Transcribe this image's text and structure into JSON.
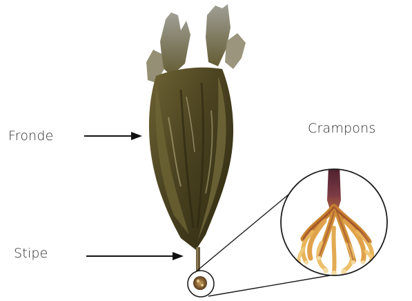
{
  "labels": {
    "fronde": "Fronde",
    "stipe": "Stipe",
    "crampons": "Crampons"
  },
  "colors": {
    "background": "#ffffff",
    "frond_dark": "#3f3a1c",
    "frond_mid": "#5b5328",
    "frond_light": "#8a7f4a",
    "holdfast_orange": "#d89a3c",
    "holdfast_red": "#8a3a2a",
    "stipe_purple": "#6b3346",
    "outline": "#222222"
  }
}
